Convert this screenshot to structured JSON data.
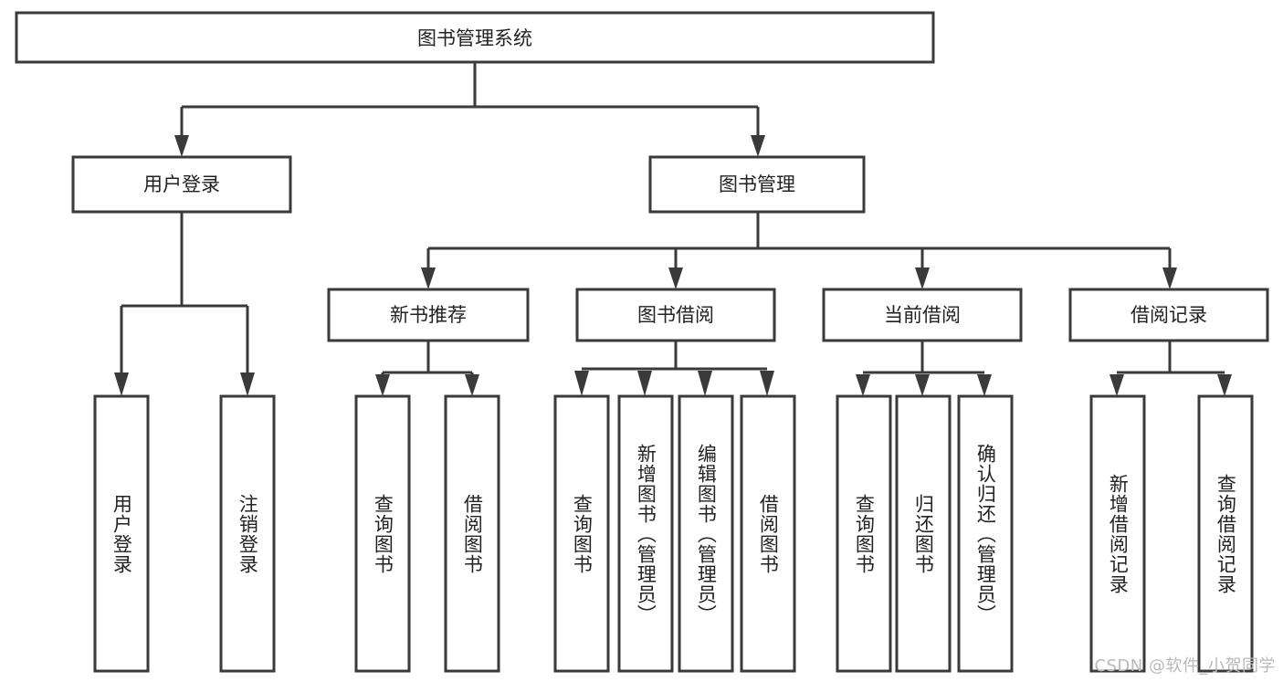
{
  "diagram": {
    "title": "图书管理系统",
    "type": "tree",
    "watermark": "CSDN @软件_小贺同学",
    "colors": {
      "stroke": "#3a3a3a",
      "fill": "#ffffff",
      "text": "#222222",
      "watermark": "#b9b9b9",
      "background": "#ffffff"
    },
    "root": {
      "label": "图书管理系统"
    },
    "level2": [
      {
        "label": "用户登录"
      },
      {
        "label": "图书管理"
      }
    ],
    "level3": [
      {
        "label": "新书推荐"
      },
      {
        "label": "图书借阅"
      },
      {
        "label": "当前借阅"
      },
      {
        "label": "借阅记录"
      }
    ],
    "leaves": {
      "user_login": [
        {
          "label": "用户登录"
        },
        {
          "label": "注销登录"
        }
      ],
      "new_book_recommend": [
        {
          "label": "查询图书"
        },
        {
          "label": "借阅图书"
        }
      ],
      "book_borrow": [
        {
          "label": "查询图书"
        },
        {
          "label": "新增图书（管理员）"
        },
        {
          "label": "编辑图书（管理员）"
        },
        {
          "label": "借阅图书"
        }
      ],
      "current_borrow": [
        {
          "label": "查询图书"
        },
        {
          "label": "归还图书"
        },
        {
          "label": "确认归还（管理员）"
        }
      ],
      "borrow_record": [
        {
          "label": "新增借阅记录"
        },
        {
          "label": "查询借阅记录"
        }
      ]
    }
  }
}
